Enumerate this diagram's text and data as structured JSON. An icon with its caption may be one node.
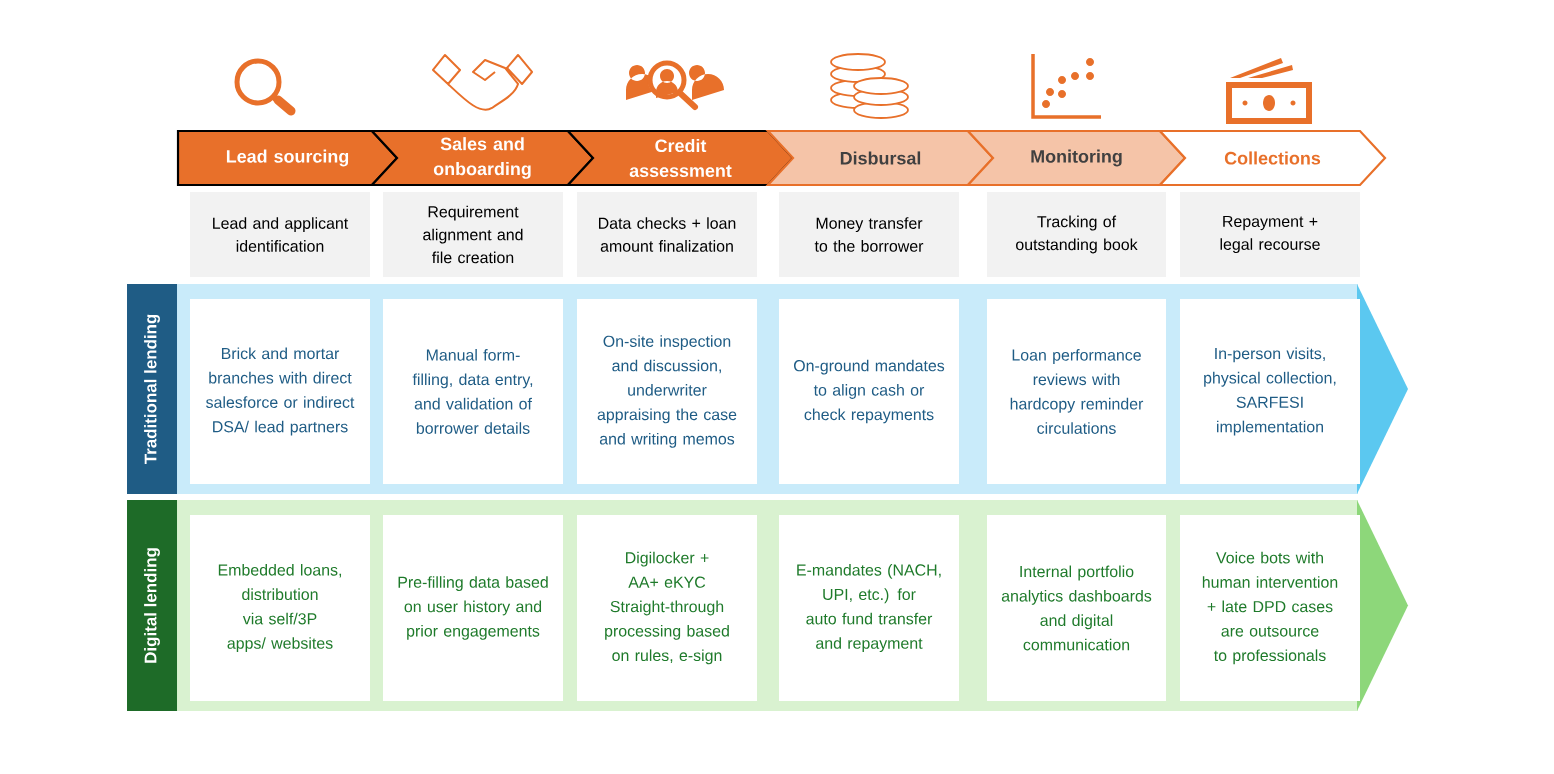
{
  "diagram": {
    "nodes": [
      {
        "text": [
          "Lead sourcing"
        ]
      },
      {
        "text": [
          "Sales and onboarding"
        ]
      },
      {
        "text": [
          "Credit assessment"
        ]
      },
      {
        "text": [
          "Disbursal"
        ]
      },
      {
        "text": [
          "Monitoring"
        ]
      },
      {
        "text": [
          "Collections"
        ]
      },
      {
        "text": [
          "Lead and applicant identification"
        ]
      },
      {
        "text": [
          "Requirement alignment and file creation"
        ]
      },
      {
        "text": [
          "Data checks + loan amount finalization"
        ]
      },
      {
        "text": [
          "Money transfer to the borrower"
        ]
      },
      {
        "text": [
          "Tracking of outstanding book"
        ]
      },
      {
        "text": [
          "Repayment + legal recourse"
        ]
      },
      {
        "text": [
          "Traditional lending"
        ]
      },
      {
        "text": [
          "Brick and mortar branches with direct salesforce or indirect DSA/ lead partners"
        ],
        "in": 12
      },
      {
        "text": [
          "Manual form-filling, data entry, and validation of borrower details"
        ],
        "in": 12
      },
      {
        "text": [
          "On-site inspection and discussion, underwriter appraising the case and writing memos"
        ],
        "in": 12
      },
      {
        "text": [
          "On-ground mandates to align cash or check repayments"
        ],
        "in": 12
      },
      {
        "text": [
          "Loan performance reviews with hardcopy reminder circulations"
        ],
        "in": 12
      },
      {
        "text": [
          "In-person visits, physical collection, SARFESI implementation"
        ],
        "in": 12
      },
      {
        "text": [
          "Digital lending"
        ]
      },
      {
        "text": [
          "Embedded loans, distribution via self/3P apps/ websites"
        ],
        "in": 19
      },
      {
        "text": [
          "Pre-filling data based on user history and prior engagements"
        ],
        "in": 19
      },
      {
        "text": [
          "Digilocker + AA+ eKYC Straight-through processing based on rules, e-sign"
        ],
        "in": 19
      },
      {
        "text": [
          "E-mandates (NACH, UPI, etc.) for auto fund transfer and repayment"
        ],
        "in": 19
      },
      {
        "text": [
          "Internal portfolio analytics dashboards and digital communication"
        ],
        "in": 19
      },
      {
        "text": [
          "Voice bots with human intervention + late DPD cases are outsource to professionals"
        ],
        "in": 19
      }
    ]
  }
}
